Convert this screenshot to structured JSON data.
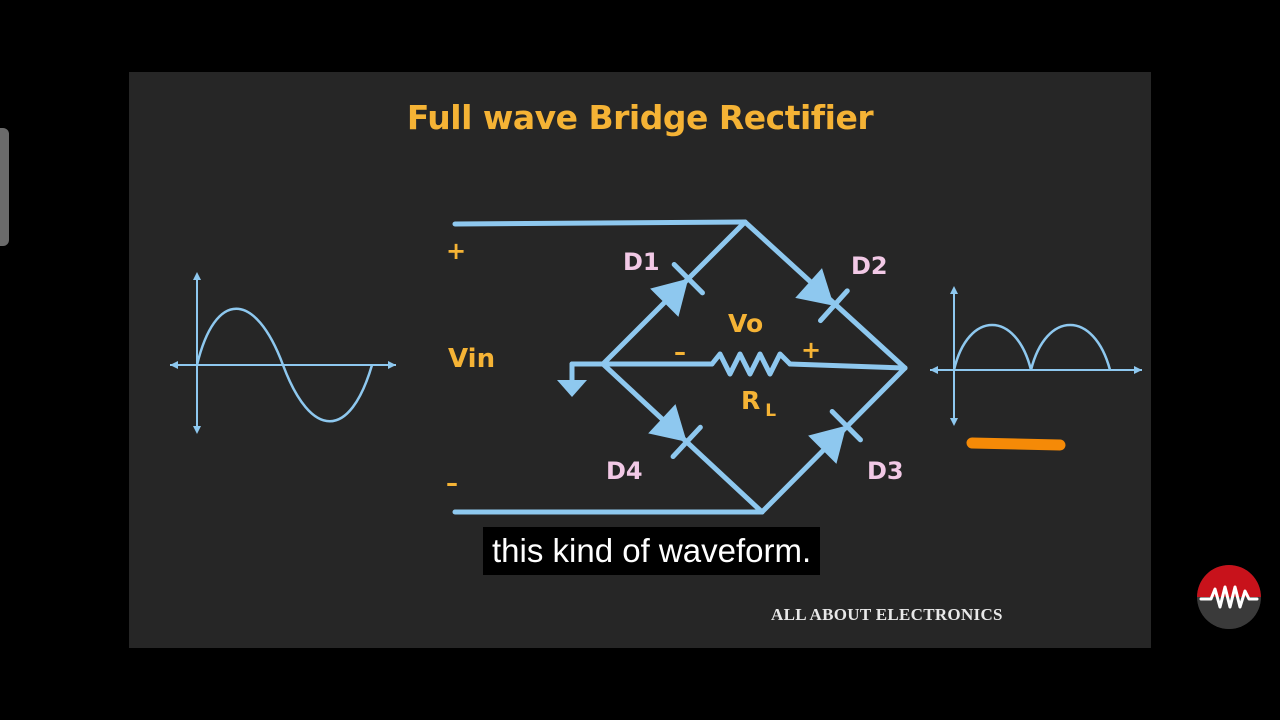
{
  "slide": {
    "title": "Full wave Bridge Rectifier",
    "watermark": "ALL ABOUT ELECTRONICS"
  },
  "circuit": {
    "input_label": "Vin",
    "input_plus": "+",
    "input_minus": "–",
    "diodes": [
      "D1",
      "D2",
      "D3",
      "D4"
    ],
    "output_voltage": "Vo",
    "output_minus": "–",
    "output_plus": "+",
    "load_label": "R",
    "load_subscript": "L"
  },
  "video": {
    "caption": "this kind of waveform."
  },
  "colors": {
    "wire": "#8ec8ef",
    "title": "#f5b335",
    "diode_label": "#f2c9e6",
    "highlight_stroke": "#f58a07",
    "logo_red": "#c8121b"
  },
  "icons": {
    "channel_logo": "waveform-logo-icon",
    "ground": "ground-arrow-icon"
  }
}
